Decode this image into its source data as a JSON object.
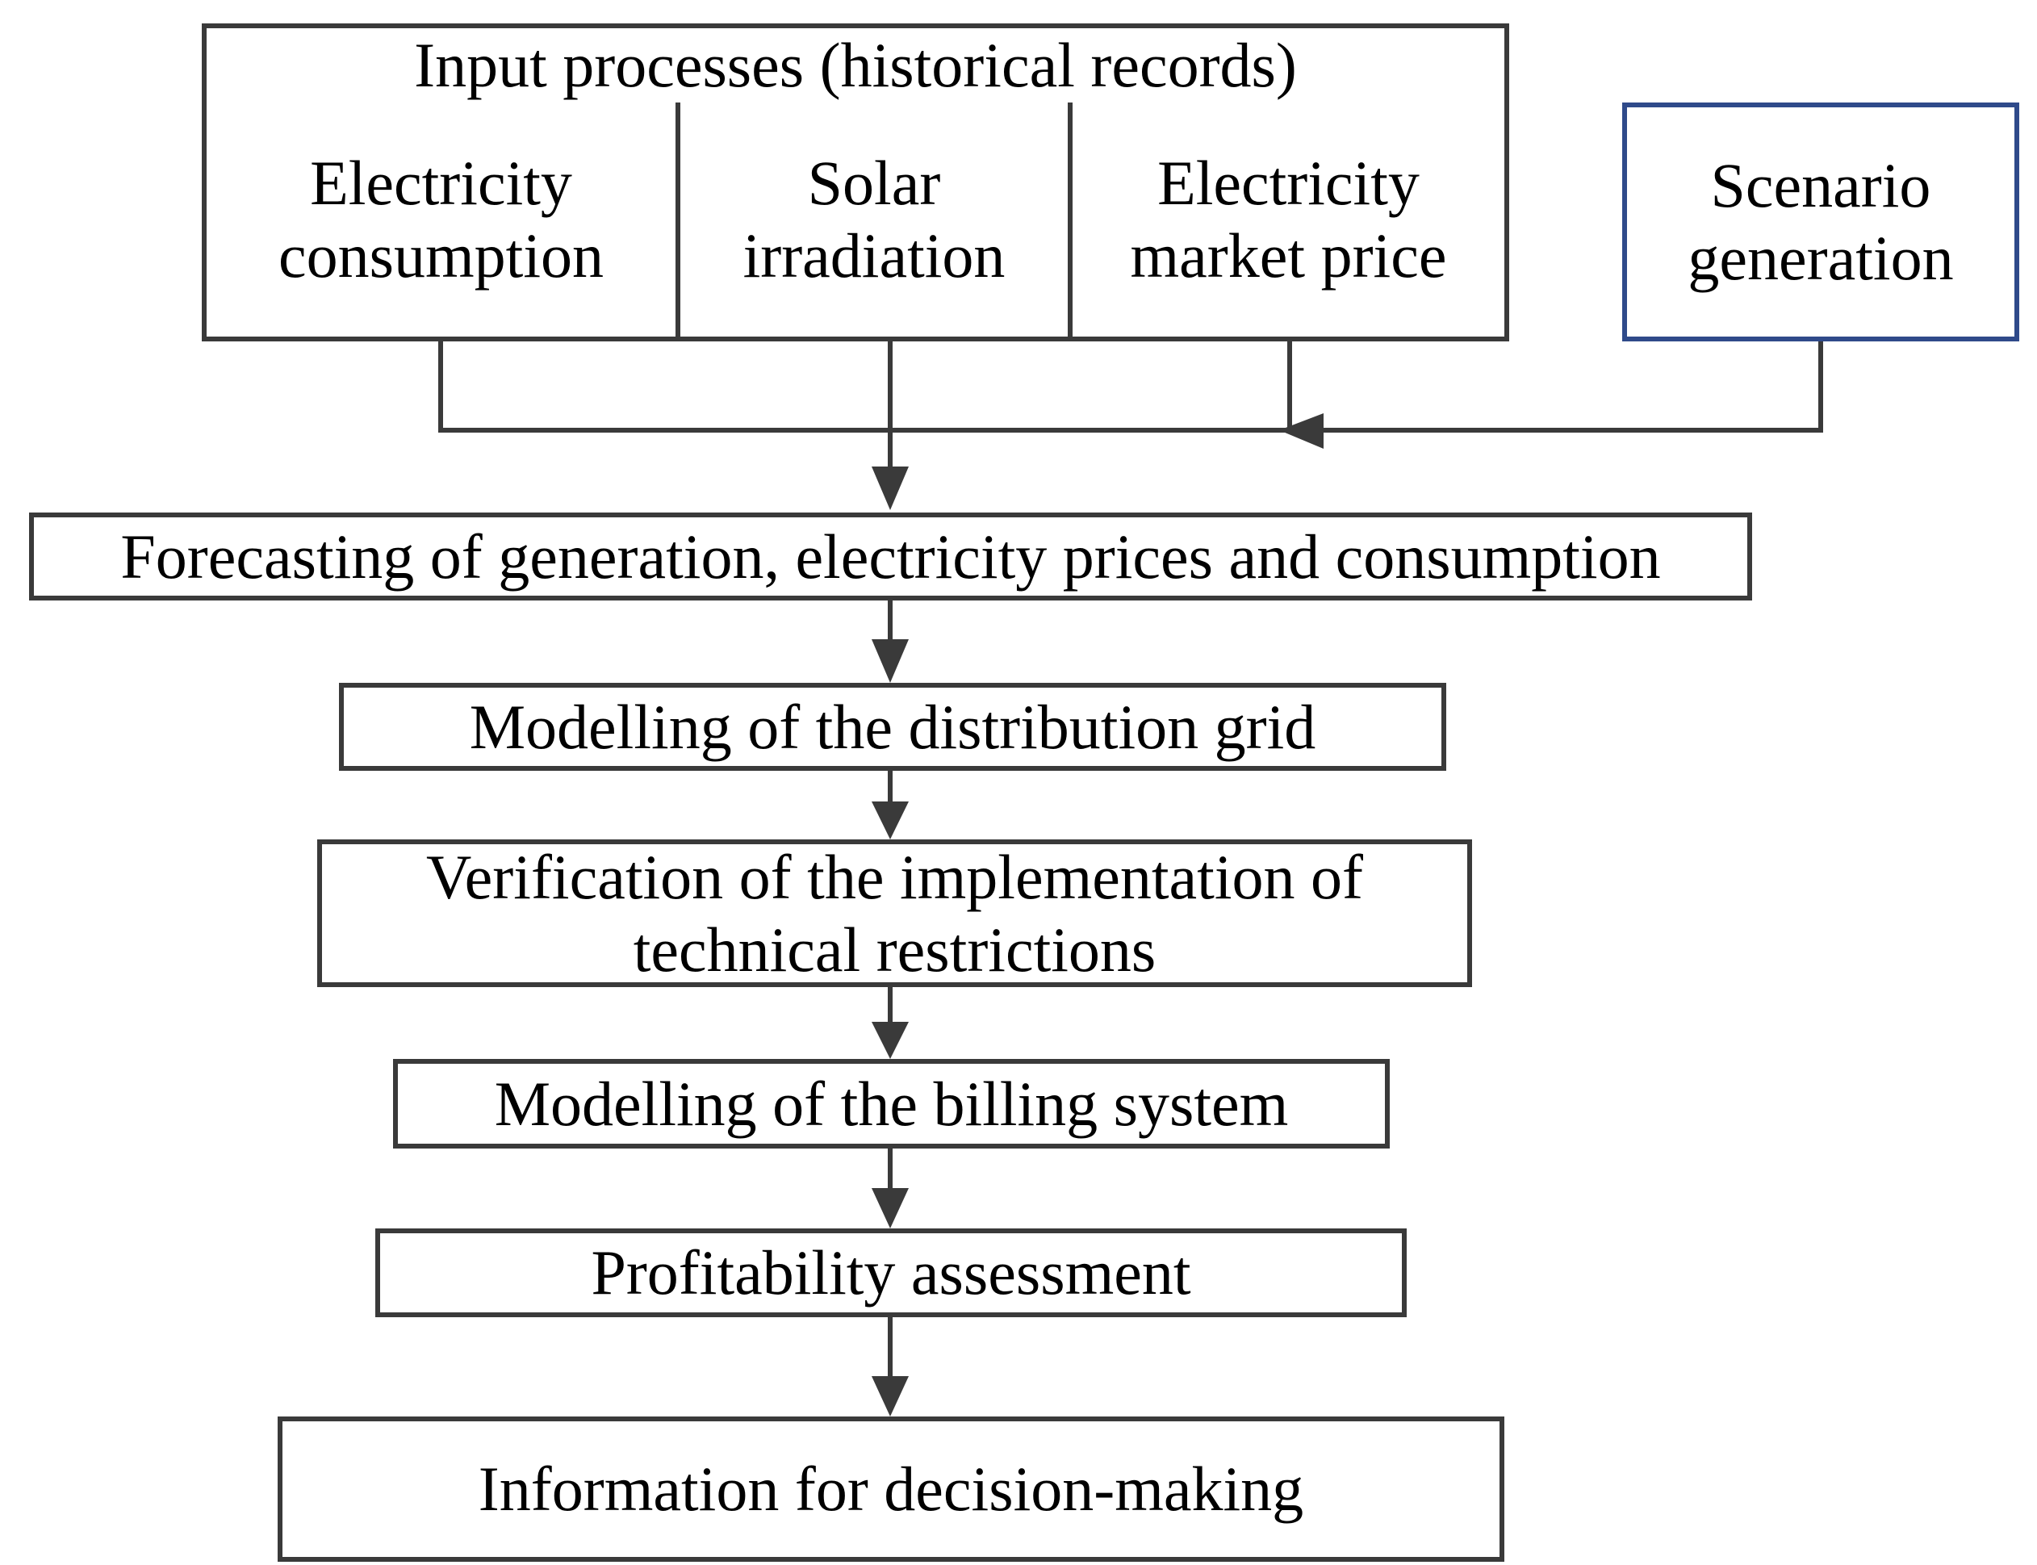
{
  "input_group": {
    "header": "Input processes (historical records)",
    "items": [
      {
        "label": "Electricity\nconsumption"
      },
      {
        "label": "Solar\nirradiation"
      },
      {
        "label": "Electricity\nmarket price"
      }
    ]
  },
  "scenario": {
    "label": "Scenario\ngeneration"
  },
  "steps": [
    {
      "label": "Forecasting of generation, electricity prices and consumption"
    },
    {
      "label": "Modelling of the distribution grid"
    },
    {
      "label": "Verification of the implementation of\ntechnical restrictions"
    },
    {
      "label": "Modelling of the billing system"
    },
    {
      "label": "Profitability assessment"
    },
    {
      "label": "Information for decision-making"
    }
  ],
  "colors": {
    "line": "#3a3a3a",
    "scenario_border": "#2f4a8a"
  }
}
